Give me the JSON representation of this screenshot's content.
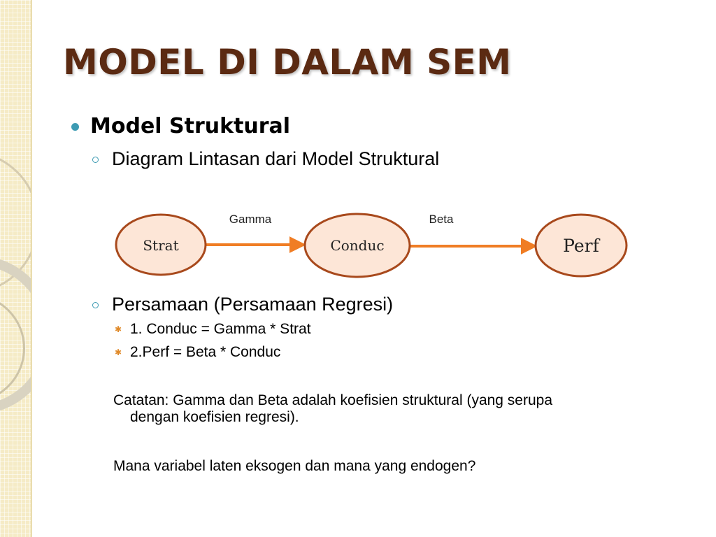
{
  "slide": {
    "title": "MODEL DI DALAM SEM",
    "bullet1": "Model Struktural",
    "sub1": "Diagram Lintasan dari Model Struktural",
    "diagram": {
      "nodes": [
        "Strat",
        "Conduc",
        "Perf"
      ],
      "edge_labels": [
        "Gamma",
        "Beta"
      ],
      "node_fill": "#fde6d7",
      "node_stroke": "#a8491c",
      "arrow_color": "#f07d24"
    },
    "sub2": "Persamaan (Persamaan Regresi)",
    "equations": [
      "1. Conduc = Gamma * Strat",
      "2.Perf = Beta * Conduc"
    ],
    "note_line1": "Catatan: Gamma dan Beta adalah koefisien struktural (yang serupa",
    "note_line2": "dengan koefisien regresi).",
    "question": "Mana variabel laten eksogen dan mana yang endogen?"
  }
}
